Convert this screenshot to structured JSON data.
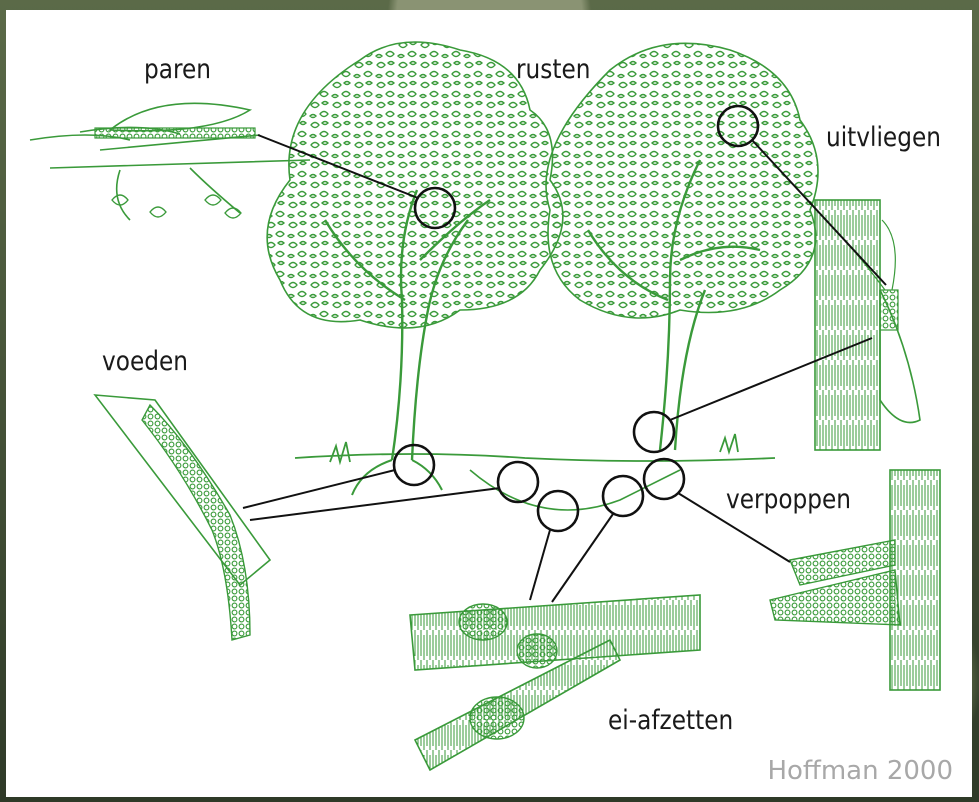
{
  "labels": {
    "paren": "paren",
    "rusten": "rusten",
    "uitvliegen": "uitvliegen",
    "voeden": "voeden",
    "verpoppen": "verpoppen",
    "ei_afzetten": "ei-afzetten"
  },
  "credit": "Hoffman 2000",
  "colors": {
    "drawing": "#3a9a3a",
    "callout": "#111111",
    "background": "#ffffff",
    "credit": "#a8a8a8"
  }
}
